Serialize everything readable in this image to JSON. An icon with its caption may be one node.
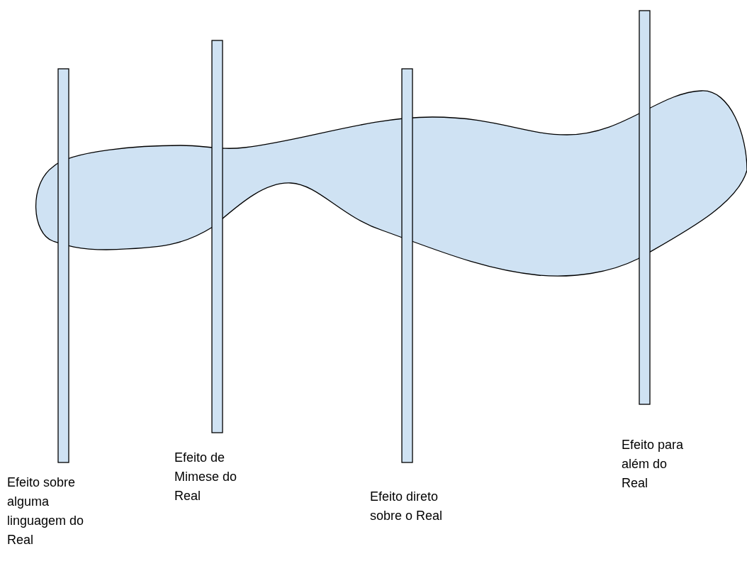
{
  "diagram": {
    "labels": [
      "Efeito sobre alguma linguagem do Real",
      "Efeito de Mimese do Real",
      "Efeito direto sobre o Real",
      "Efeito para além do Real"
    ]
  }
}
